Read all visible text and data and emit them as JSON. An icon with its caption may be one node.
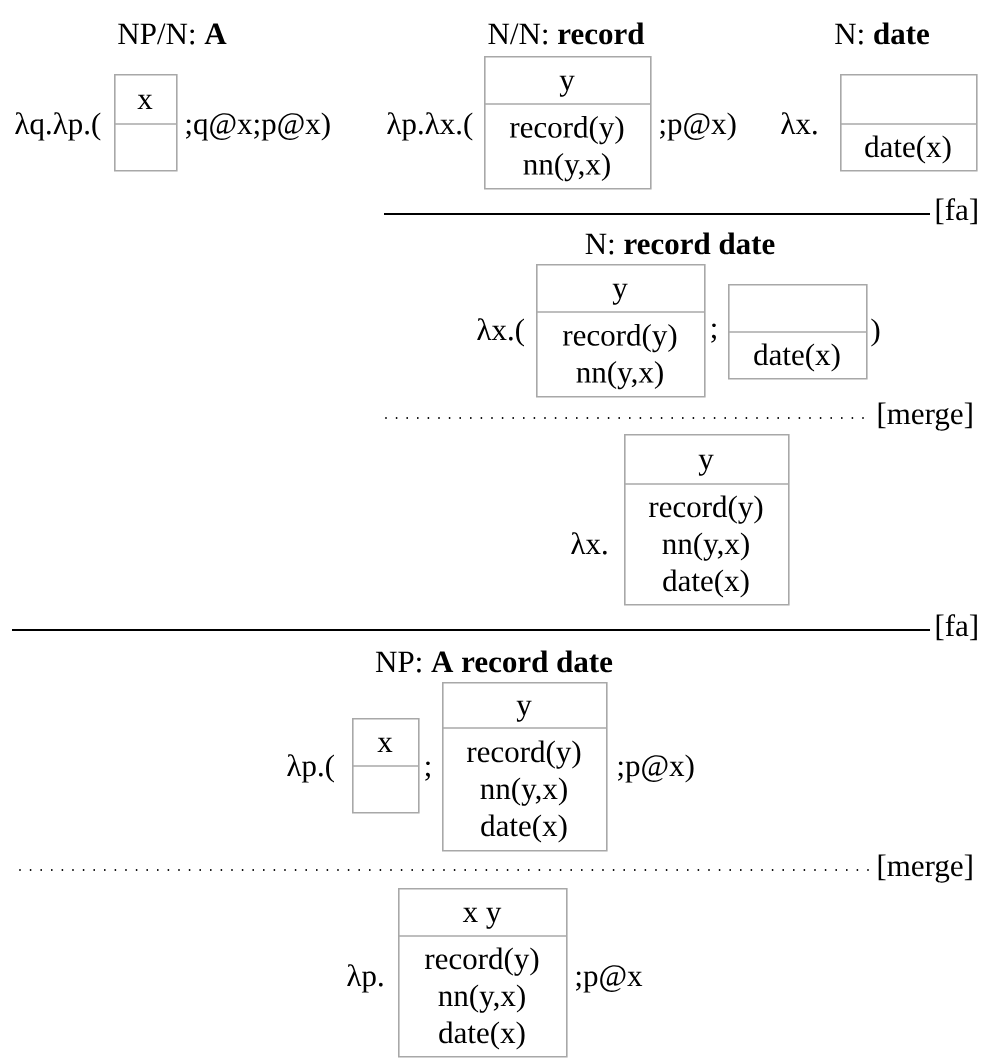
{
  "diagram": {
    "nodes": [
      {
        "text": [
          "x"
        ]
      },
      {
        "text": [
          "y",
          "record(y)",
          "nn(y,x)"
        ]
      },
      {
        "text": [
          "date(x)"
        ]
      },
      {
        "text": [
          "y",
          "record(y)",
          "nn(y,x)"
        ]
      },
      {
        "text": [
          "date(x)"
        ]
      },
      {
        "text": [
          "y",
          "record(y)",
          "nn(y,x)",
          "date(x)"
        ]
      },
      {
        "text": [
          "x"
        ]
      },
      {
        "text": [
          "y",
          "record(y)",
          "nn(y,x)",
          "date(x)"
        ]
      },
      {
        "text": [
          "x y",
          "record(y)",
          "nn(y,x)",
          "date(x)"
        ]
      }
    ],
    "labels": [
      "NP/N: **A**",
      "N/N: **record**",
      "N: **date**",
      "λq.λp.(",
      ";q@x;p@x)",
      "λp.λx.(",
      ";p@x)",
      "λx.",
      "[fa]",
      "N: **record date**",
      "λx.(",
      ";",
      ")",
      "[merge]",
      "λx.",
      "[fa]",
      "NP: **A record date**",
      "λp.(",
      ";",
      ";p@x)",
      "[merge]",
      "λp.",
      ";p@x"
    ]
  }
}
